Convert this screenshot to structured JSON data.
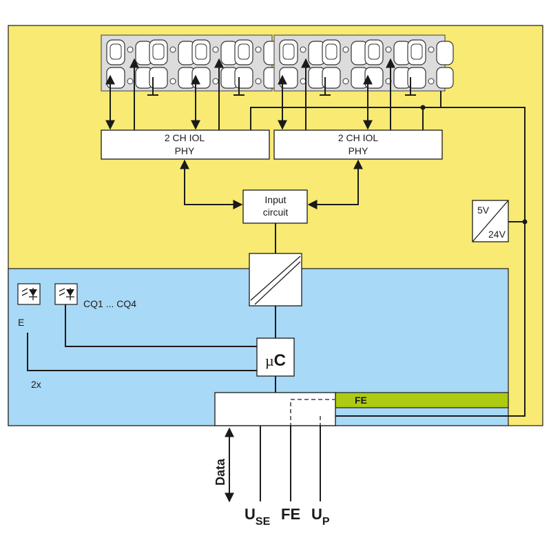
{
  "colors": {
    "field_area": "#f8ea72",
    "logic_area": "#a8d9f6",
    "fe_bar": "#aecb13",
    "line": "#1a1a1a",
    "block_fill": "#ffffff",
    "connector_fill": "#dcdcdc"
  },
  "blocks": {
    "phy_left": {
      "line1": "2 CH IOL",
      "line2": "PHY"
    },
    "phy_right": {
      "line1": "2 CH IOL",
      "line2": "PHY"
    },
    "input_circuit": {
      "line1": "Input",
      "line2": "circuit"
    },
    "regulator": {
      "top": "5V",
      "bottom": "24V"
    },
    "microcontroller": {
      "mu": "µ",
      "c": "C"
    }
  },
  "leds": {
    "error": {
      "label": "E",
      "count": "2x",
      "icon": "led-icon"
    },
    "channels": {
      "label": "CQ1 ... CQ4",
      "icon": "led-icon"
    }
  },
  "fe_bar_label": "FE",
  "bottom_labels": {
    "data": "Data",
    "use_main": "U",
    "use_sub": "SE",
    "fe": "FE",
    "up_main": "U",
    "up_sub": "P"
  }
}
